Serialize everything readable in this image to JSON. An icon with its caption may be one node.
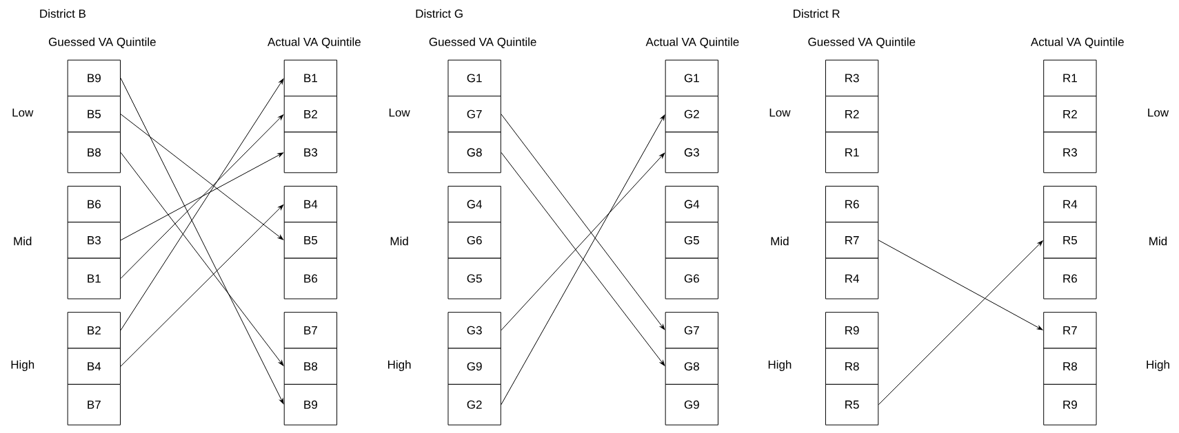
{
  "diagram": {
    "nodes": [
      {
        "text": [
          "B9"
        ]
      },
      {
        "text": [
          "B5"
        ]
      },
      {
        "text": [
          "B8"
        ]
      },
      {
        "text": [
          "B6"
        ]
      },
      {
        "text": [
          "B3"
        ]
      },
      {
        "text": [
          "B1"
        ]
      },
      {
        "text": [
          "B2"
        ]
      },
      {
        "text": [
          "B4"
        ]
      },
      {
        "text": [
          "B7"
        ]
      },
      {
        "text": [
          "B1"
        ]
      },
      {
        "text": [
          "B2"
        ]
      },
      {
        "text": [
          "B3"
        ]
      },
      {
        "text": [
          "B4"
        ]
      },
      {
        "text": [
          "B5"
        ]
      },
      {
        "text": [
          "B6"
        ]
      },
      {
        "text": [
          "B7"
        ]
      },
      {
        "text": [
          "B8"
        ]
      },
      {
        "text": [
          "B9"
        ]
      },
      {
        "text": [
          "G1"
        ]
      },
      {
        "text": [
          "G7"
        ]
      },
      {
        "text": [
          "G8"
        ]
      },
      {
        "text": [
          "G4"
        ]
      },
      {
        "text": [
          "G6"
        ]
      },
      {
        "text": [
          "G5"
        ]
      },
      {
        "text": [
          "G3"
        ]
      },
      {
        "text": [
          "G9"
        ]
      },
      {
        "text": [
          "G2"
        ]
      },
      {
        "text": [
          "G1"
        ]
      },
      {
        "text": [
          "G2"
        ]
      },
      {
        "text": [
          "G3"
        ]
      },
      {
        "text": [
          "G4"
        ]
      },
      {
        "text": [
          "G5"
        ]
      },
      {
        "text": [
          "G6"
        ]
      },
      {
        "text": [
          "G7"
        ]
      },
      {
        "text": [
          "G8"
        ]
      },
      {
        "text": [
          "G9"
        ]
      },
      {
        "text": [
          "R3"
        ]
      },
      {
        "text": [
          "R2"
        ]
      },
      {
        "text": [
          "R1"
        ]
      },
      {
        "text": [
          "R6"
        ]
      },
      {
        "text": [
          "R7"
        ]
      },
      {
        "text": [
          "R4"
        ]
      },
      {
        "text": [
          "R9"
        ]
      },
      {
        "text": [
          "R8"
        ]
      },
      {
        "text": [
          "R5"
        ]
      },
      {
        "text": [
          "R1"
        ]
      },
      {
        "text": [
          "R2"
        ]
      },
      {
        "text": [
          "R3"
        ]
      },
      {
        "text": [
          "R4"
        ]
      },
      {
        "text": [
          "R5"
        ]
      },
      {
        "text": [
          "R6"
        ]
      },
      {
        "text": [
          "R7"
        ]
      },
      {
        "text": [
          "R8"
        ]
      },
      {
        "text": [
          "R9"
        ]
      }
    ],
    "edges": [
      {
        "from": 0,
        "to": 17,
        "arrow": "to"
      },
      {
        "from": 1,
        "to": 13,
        "arrow": "to"
      },
      {
        "from": 2,
        "to": 16,
        "arrow": "to"
      },
      {
        "from": 4,
        "to": 11,
        "arrow": "to"
      },
      {
        "from": 5,
        "to": 10,
        "arrow": "to"
      },
      {
        "from": 6,
        "to": 9,
        "arrow": "to"
      },
      {
        "from": 7,
        "to": 12,
        "arrow": "to"
      },
      {
        "from": 19,
        "to": 33,
        "arrow": "to"
      },
      {
        "from": 20,
        "to": 34,
        "arrow": "to"
      },
      {
        "from": 24,
        "to": 29,
        "arrow": "to"
      },
      {
        "from": 26,
        "to": 28,
        "arrow": "to"
      },
      {
        "from": 40,
        "to": 51,
        "arrow": "to"
      },
      {
        "from": 44,
        "to": 49,
        "arrow": "to"
      }
    ],
    "labels": [
      "District B",
      "Guessed VA Quintile",
      "Actual VA Quintile",
      "Low",
      "Mid",
      "High",
      "District G",
      "Guessed VA Quintile",
      "Actual VA Quintile",
      "Low",
      "Mid",
      "High",
      "District R",
      "Guessed VA Quintile",
      "Actual VA Quintile",
      "Low",
      "Mid",
      "High",
      "Low",
      "Mid",
      "High"
    ]
  }
}
